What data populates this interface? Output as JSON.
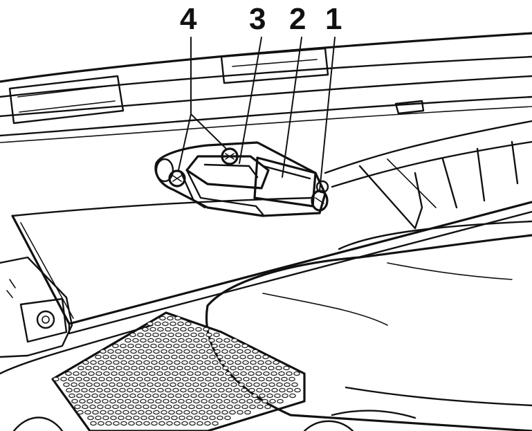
{
  "figure": {
    "callouts": [
      {
        "id": "callout-4",
        "label": "4"
      },
      {
        "id": "callout-3",
        "label": "3"
      },
      {
        "id": "callout-2",
        "label": "2"
      },
      {
        "id": "callout-1",
        "label": "1"
      }
    ],
    "colors": {
      "line": "#111111",
      "background": "#ffffff",
      "bracket_fill": "#bdbdbd",
      "housing_fill": "#d8d8d8"
    }
  }
}
